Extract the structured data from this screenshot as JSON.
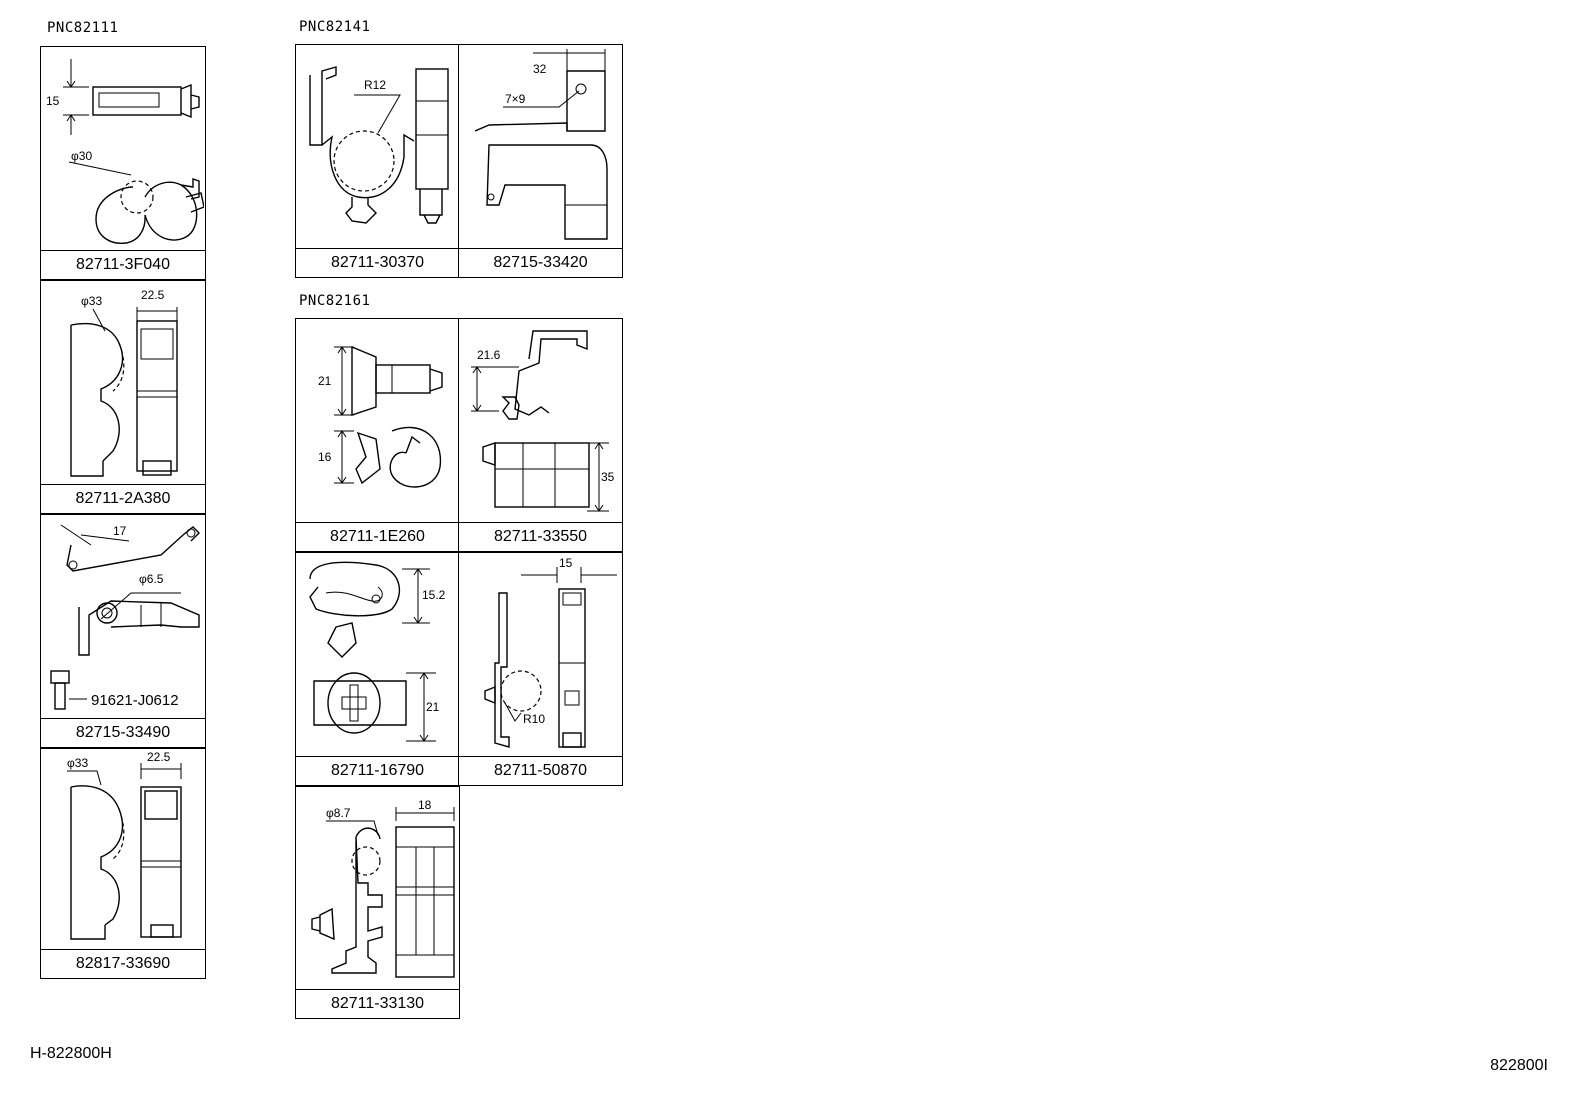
{
  "groups": [
    {
      "label": "PNC82111"
    },
    {
      "label": "PNC82141"
    },
    {
      "label": "PNC82161"
    }
  ],
  "cells": {
    "c1": {
      "part": "82711-3F040",
      "dims": [
        "15",
        "φ30"
      ]
    },
    "c2": {
      "part": "82711-2A380",
      "dims": [
        "φ33",
        "22.5"
      ]
    },
    "c3": {
      "part": "82715-33490",
      "dims": [
        "17",
        "φ6.5",
        "91621-J0612"
      ]
    },
    "c4": {
      "part": "82817-33690",
      "dims": [
        "φ33",
        "22.5"
      ]
    },
    "c5": {
      "part": "82711-30370",
      "dims": [
        "R12"
      ]
    },
    "c6": {
      "part": "82715-33420",
      "dims": [
        "32",
        "7×9"
      ]
    },
    "c7": {
      "part": "82711-1E260",
      "dims": [
        "21",
        "16"
      ]
    },
    "c8": {
      "part": "82711-33550",
      "dims": [
        "21.6",
        "35"
      ]
    },
    "c9": {
      "part": "82711-16790",
      "dims": [
        "15.2",
        "21"
      ]
    },
    "c10": {
      "part": "82711-50870",
      "dims": [
        "15",
        "R10"
      ]
    },
    "c11": {
      "part": "82711-33130",
      "dims": [
        "φ8.7",
        "18"
      ]
    }
  },
  "footer": {
    "left_ref": "H-822800H",
    "right_ref": "822800I"
  }
}
